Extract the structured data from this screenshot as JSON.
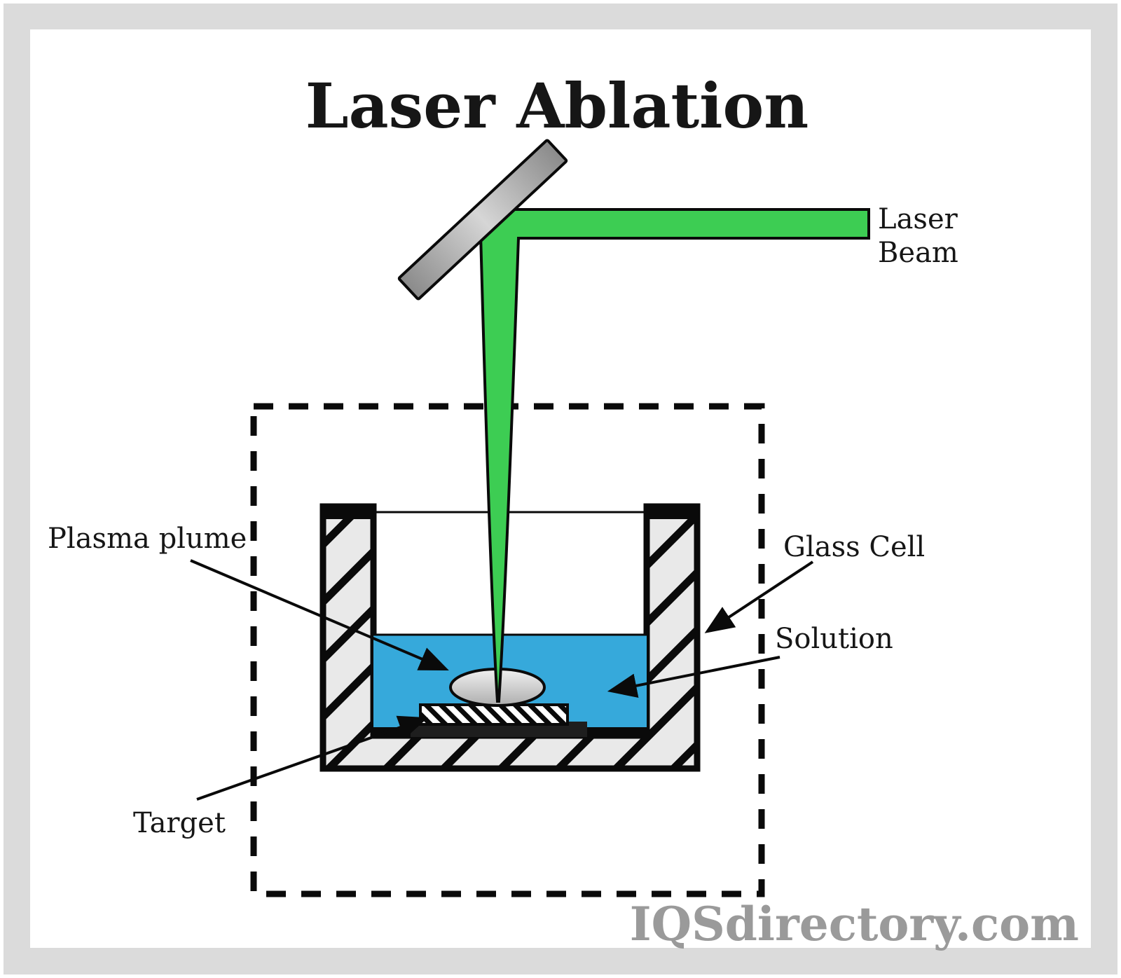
{
  "diagram": {
    "title": "Laser Ablation",
    "watermark": "IQSdirectory.com",
    "labels": {
      "laser_beam_line1": "Laser",
      "laser_beam_line2": "Beam",
      "plasma_plume": "Plasma plume",
      "glass_cell": "Glass Cell",
      "solution": "Solution",
      "target": "Target"
    },
    "colors": {
      "frame": "#dbdbdb",
      "background": "#ffffff",
      "ink": "#0a0a0a",
      "title_ink": "#161616",
      "beam_green": "#3dcd53",
      "solution_blue": "#36a9db",
      "cell_fill": "#e9e9e9",
      "mirror_edge": "#8a8a8a",
      "mirror_center": "#d6d6d6",
      "plume_top": "#f1f1f1",
      "plume_bottom": "#aeaeae",
      "target_fill": "#ffffff",
      "plate_dark": "#1e1e1e",
      "watermark_gray": "#9a9a9a"
    }
  }
}
